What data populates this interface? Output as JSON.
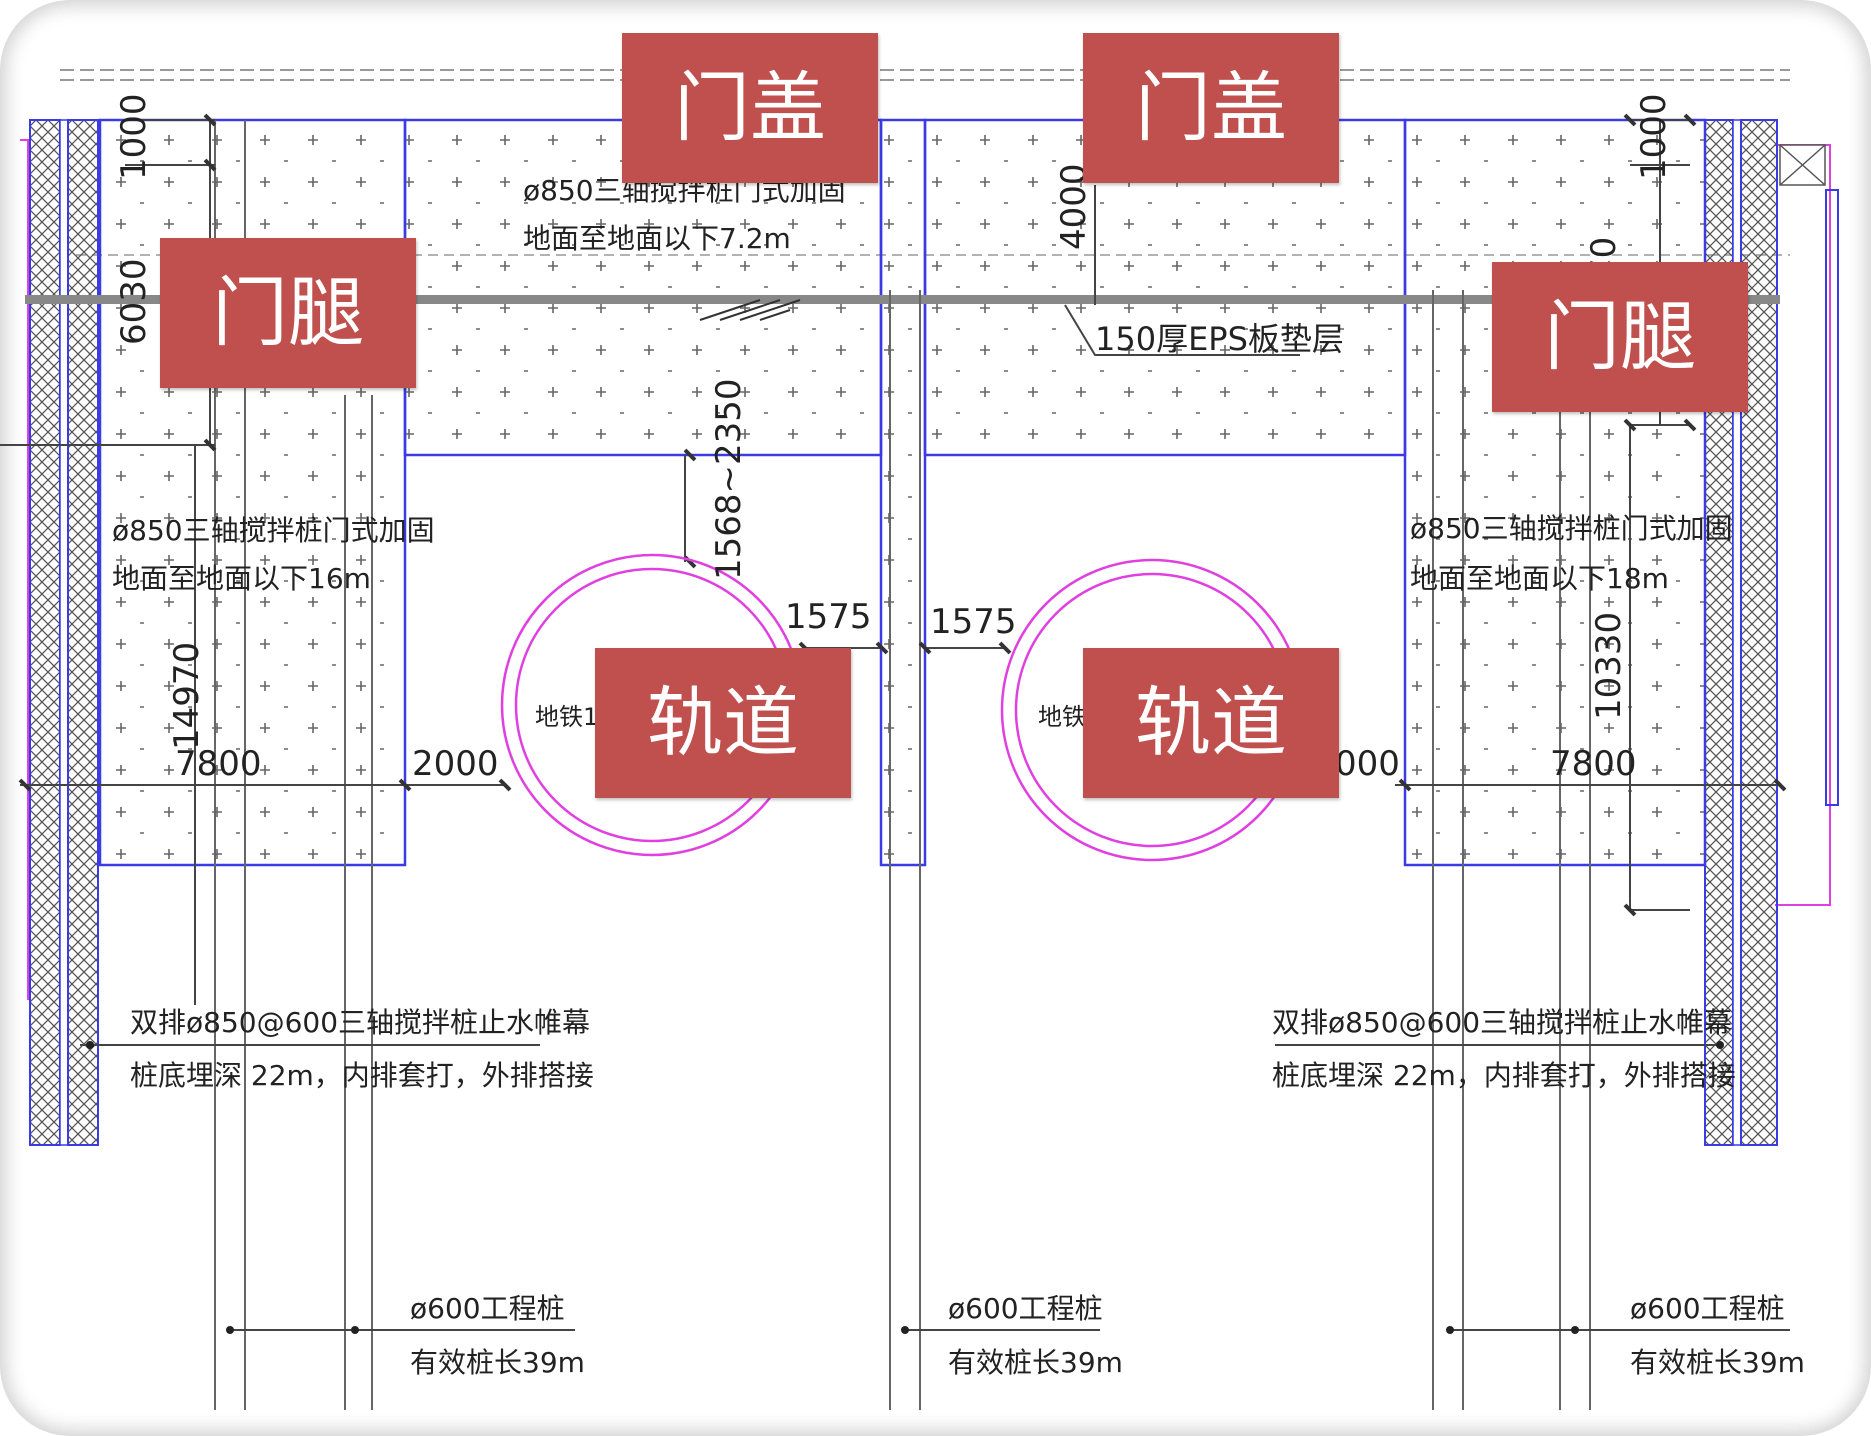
{
  "callouts": {
    "door_cap_left": "门盖",
    "door_cap_right": "门盖",
    "door_leg_left": "门腿",
    "door_leg_right": "门腿",
    "track_left": "轨道",
    "track_right": "轨道"
  },
  "dimensions": {
    "d1000_left": "1000",
    "d1000_right": "1000",
    "d6030": "6030",
    "d4000": "4000",
    "d70": "70",
    "d1568_2350": "1568~2350",
    "d1575_left": "1575",
    "d1575_right": "1575",
    "d14970": "14970",
    "d10330": "10330",
    "d7800_left": "7800",
    "d7800_right": "7800",
    "d2000_left": "2000",
    "d2000_right": "000"
  },
  "notes": {
    "mid_reinforce_l1": "ø850三轴搅拌桩门式加固",
    "mid_reinforce_l2": "地面至地面以下7.2m",
    "left_reinforce_l1": "ø850三轴搅拌桩门式加固",
    "left_reinforce_l2": "地面至地面以下16m",
    "right_reinforce_l1": "ø850三轴搅拌桩门式加固",
    "right_reinforce_l2": "地面至地面以下18m",
    "eps_layer": "150厚EPS板垫层",
    "metro_left": "地铁1",
    "metro_right": "地铁",
    "left_curtain_l1": "双排ø850@600三轴搅拌桩止水帷幕",
    "left_curtain_l2": "桩底埋深 22m，内排套打，外排搭接",
    "right_curtain_l1": "双排ø850@600三轴搅拌桩止水帷幕",
    "right_curtain_l2": "桩底埋深 22m，内排套打，外排搭接",
    "pile1_l1": "ø600工程桩",
    "pile1_l2": "有效桩长39m",
    "pile2_l1": "ø600工程桩",
    "pile2_l2": "有效桩长39m",
    "pile3_l1": "ø600工程桩",
    "pile3_l2": "有效桩长39m"
  },
  "colors": {
    "callout_bg": "#c0504d",
    "callout_text": "#ffffff",
    "reinforce_outline": "#3a3ae6",
    "tunnel": "#e040e0",
    "line": "#555555"
  }
}
